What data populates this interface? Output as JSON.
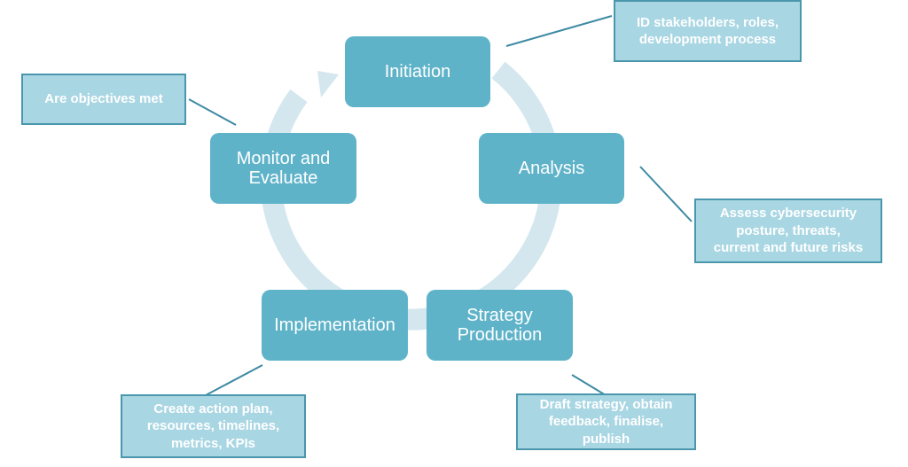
{
  "stages": {
    "initiation": "Initiation",
    "analysis": "Analysis",
    "strategy": "Strategy\nProduction",
    "implementation": "Implementation",
    "monitor": "Monitor and\nEvaluate"
  },
  "notes": {
    "initiation": "ID stakeholders, roles,\ndevelopment process",
    "analysis": "Assess cybersecurity\nposture, threats,\ncurrent and future risks",
    "strategy": "Draft strategy, obtain\nfeedback, finalise,\npublish",
    "implementation": "Create action plan,\nresources, timelines,\nmetrics, KPIs",
    "monitor": "Are objectives met"
  },
  "colors": {
    "stage_fill": "#5fb3c9",
    "note_fill": "#a9d6e3",
    "note_border": "#4a97ad",
    "cycle_ring": "#d4e7ee",
    "connector_line": "#3d8aa3"
  }
}
